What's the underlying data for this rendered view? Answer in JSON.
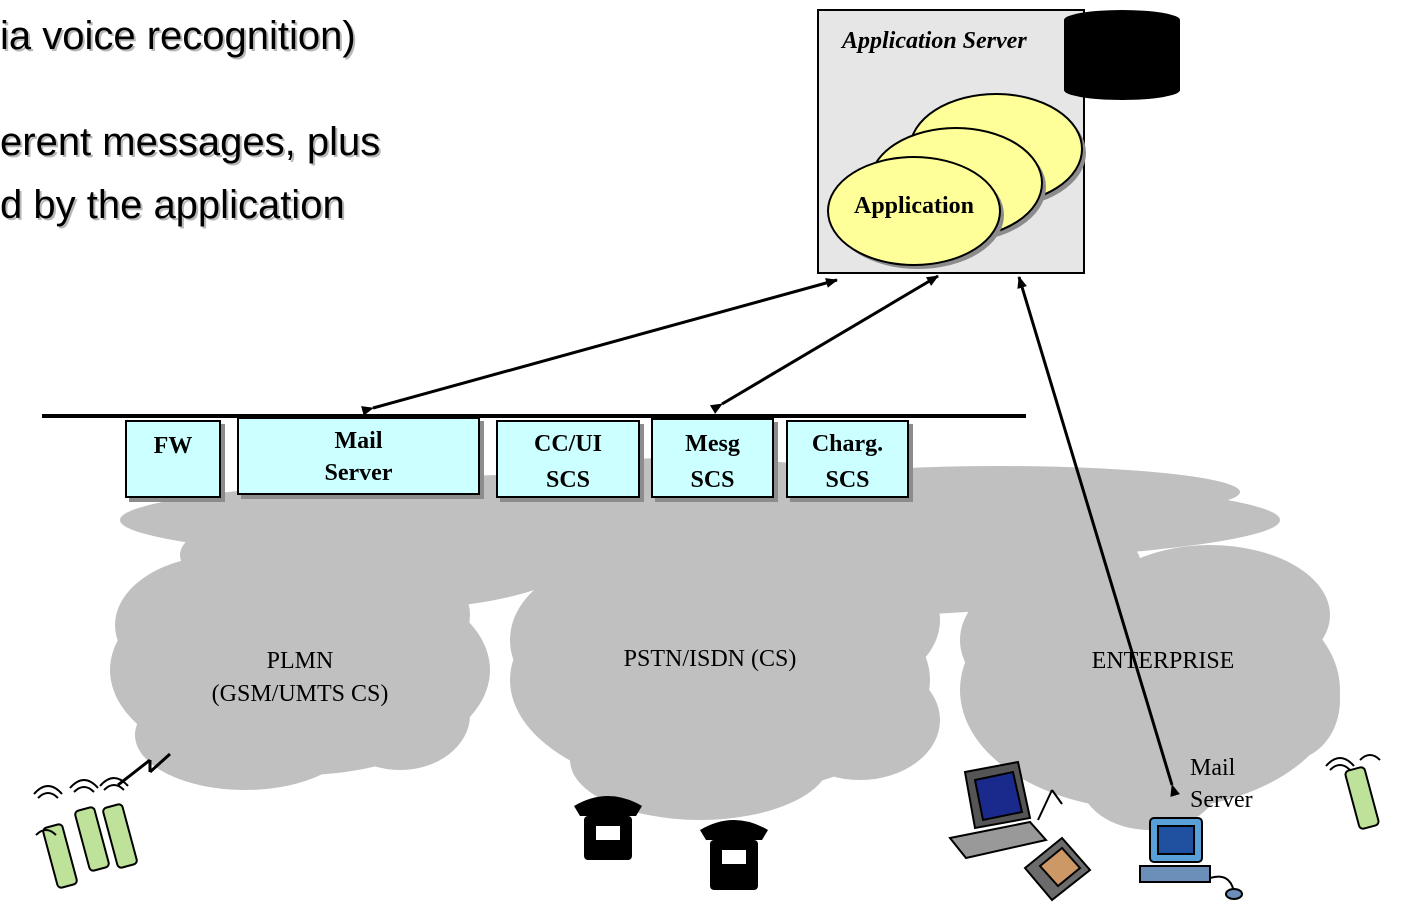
{
  "slide": {
    "bullet_lines": [
      "ia voice recognition)",
      "erent messages, plus",
      "d by the application"
    ]
  },
  "application_server": {
    "title": "Application Server",
    "application_label": "Application"
  },
  "bus_boxes": [
    {
      "label_line1": "FW",
      "label_line2": ""
    },
    {
      "label_line1": "Mail",
      "label_line2": "Server"
    },
    {
      "label_line1": "CC/UI",
      "label_line2": "SCS"
    },
    {
      "label_line1": "Mesg",
      "label_line2": "SCS"
    },
    {
      "label_line1": "Charg.",
      "label_line2": "SCS"
    }
  ],
  "networks": [
    {
      "label_line1": "PLMN",
      "label_line2": "(GSM/UMTS CS)"
    },
    {
      "label_line1": "PSTN/ISDN (CS)",
      "label_line2": ""
    },
    {
      "label_line1": "ENTERPRISE",
      "label_line2": ""
    }
  ],
  "enterprise_mail_server": {
    "line1": "Mail",
    "line2": "Server"
  },
  "icons": [
    "mobile-phone-icon",
    "desk-telephone-icon",
    "laptop-icon",
    "desktop-computer-icon",
    "database-icon"
  ],
  "colors": {
    "box_fill": "#ccffff",
    "app_fill": "#ffff99",
    "cloud": "#c0c0c0",
    "server_fill": "#e6e6e6"
  }
}
